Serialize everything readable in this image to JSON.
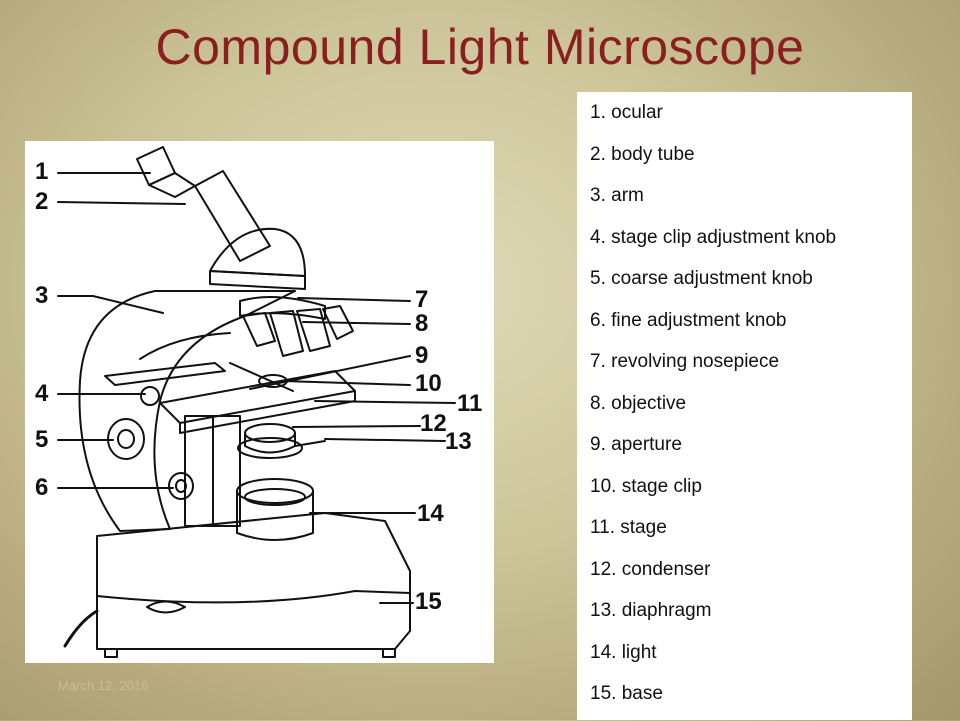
{
  "slide": {
    "title": "Compound Light Microscope",
    "date": "March 12, 2016"
  },
  "callouts": [
    "1",
    "2",
    "3",
    "4",
    "5",
    "6",
    "7",
    "8",
    "9",
    "10",
    "11",
    "12",
    "13",
    "14",
    "15"
  ],
  "legend": [
    "1. ocular",
    "2. body tube",
    "3. arm",
    "4. stage clip adjustment knob",
    "5. coarse adjustment knob",
    "6. fine adjustment knob",
    "7. revolving nosepiece",
    "8. objective",
    "9. aperture",
    "10. stage clip",
    "11. stage",
    "12. condenser",
    "13. diaphragm",
    "14. light",
    "15. base"
  ],
  "colors": {
    "title": "#8a1f1f",
    "background": "#cfc79c",
    "panel": "#ffffff"
  }
}
